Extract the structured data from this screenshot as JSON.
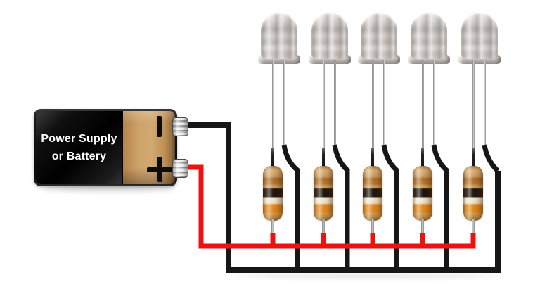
{
  "scene": {
    "description": "Wiring diagram of five LEDs with series resistors connected in parallel to a battery",
    "background_color": "#ffffff"
  },
  "battery": {
    "label_line1": "Power Supply",
    "label_line2": "or Battery",
    "negative_symbol": "−",
    "positive_symbol": "+",
    "body_color": "#c59a63",
    "panel_color": "#121212",
    "text_color": "#ffffff"
  },
  "wires": {
    "positive_color": "#ee1111",
    "negative_color": "#161616"
  },
  "components": {
    "led_count": 5,
    "resistor_count": 5,
    "led_lens": "clear",
    "resistor_band_colors": [
      "#b5772f",
      "#1d150e",
      "#f0e7d1",
      "#e1881d"
    ],
    "lead_color": "#9a9a9a"
  }
}
